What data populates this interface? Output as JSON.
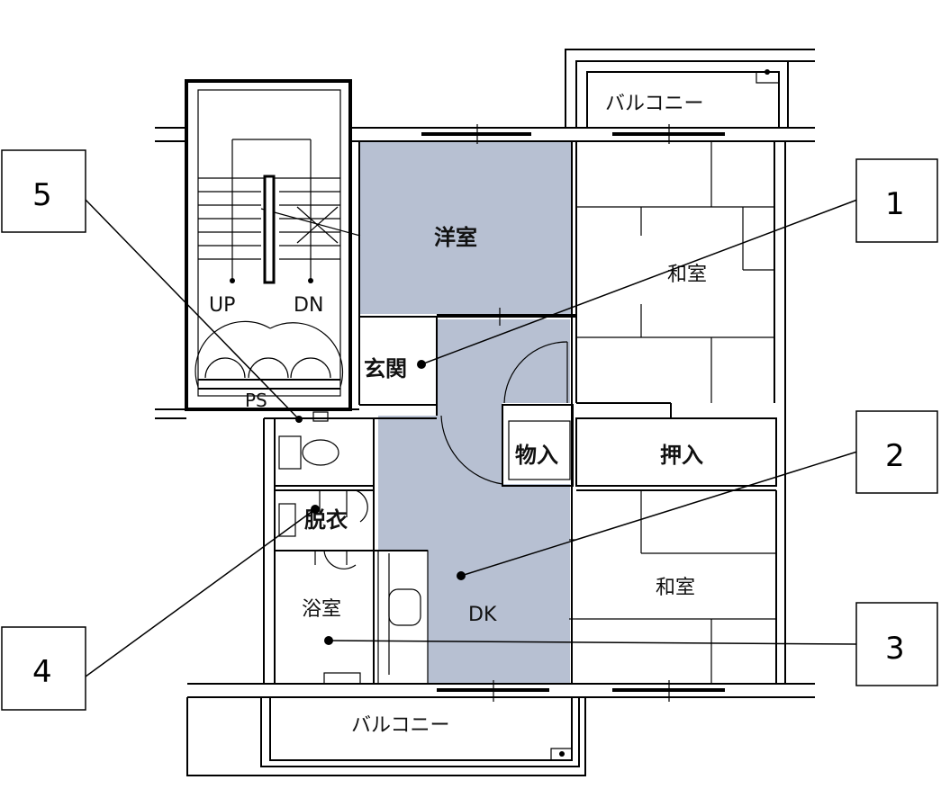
{
  "colors": {
    "shaded_room": "#b7c0d2",
    "line": "#000000",
    "background": "#ffffff"
  },
  "rooms": {
    "youshitsu": "洋室",
    "washitsu_upper": "和室",
    "washitsu_lower": "和室",
    "genkan": "玄関",
    "monoire": "物入",
    "oshiire": "押入",
    "dk": "DK",
    "yokushitsu": "浴室",
    "datsui": "脱衣",
    "balcony_top": "バルコニー",
    "balcony_bottom": "バルコニー"
  },
  "stairs": {
    "up": "UP",
    "dn": "DN",
    "ps": "PS"
  },
  "callouts": [
    "1",
    "2",
    "3",
    "4",
    "5"
  ]
}
